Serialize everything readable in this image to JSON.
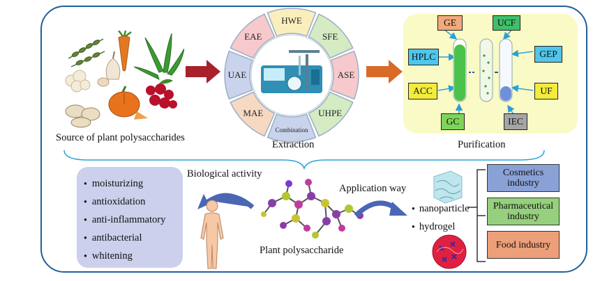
{
  "extraction": {
    "caption": "Extraction",
    "methods": [
      "HWE",
      "SFE",
      "ASE",
      "UHPE",
      "Combination",
      "MAE",
      "UAE",
      "EAE"
    ]
  },
  "source": {
    "caption": "Source of plant polysaccharides"
  },
  "purification": {
    "caption": "Purification",
    "boxes": {
      "ge": "GE",
      "ucf": "UCF",
      "hplc": "HPLC",
      "gep": "GEP",
      "acc": "ACC",
      "uf": "UF",
      "gc": "GC",
      "iec": "IEC"
    }
  },
  "bio": {
    "label": "Biological activity",
    "items": [
      "moisturizing",
      "antioxidation",
      "anti-inflammatory",
      "antibacterial",
      "whitening"
    ]
  },
  "center": {
    "caption": "Plant polysaccharide"
  },
  "application": {
    "label": "Application way",
    "items": [
      "nanoparticle",
      "hydrogel"
    ]
  },
  "industries": [
    "Cosmetics industry",
    "Pharmaceutical industry",
    "Food industry"
  ],
  "colors": {
    "frame": "#1f5f9a",
    "wheel_segments": [
      "#fbeebd",
      "#d4ebc3",
      "#f7c9cc",
      "#d4ebc3",
      "#c9d3ec",
      "#f7d9c2",
      "#c9d3ec",
      "#f7c9cc"
    ],
    "purification_bg": "#fafac6",
    "activity_panel": "#ccd0ec",
    "industries": [
      "#8aa1d6",
      "#96cf7d",
      "#ec9f79"
    ]
  }
}
